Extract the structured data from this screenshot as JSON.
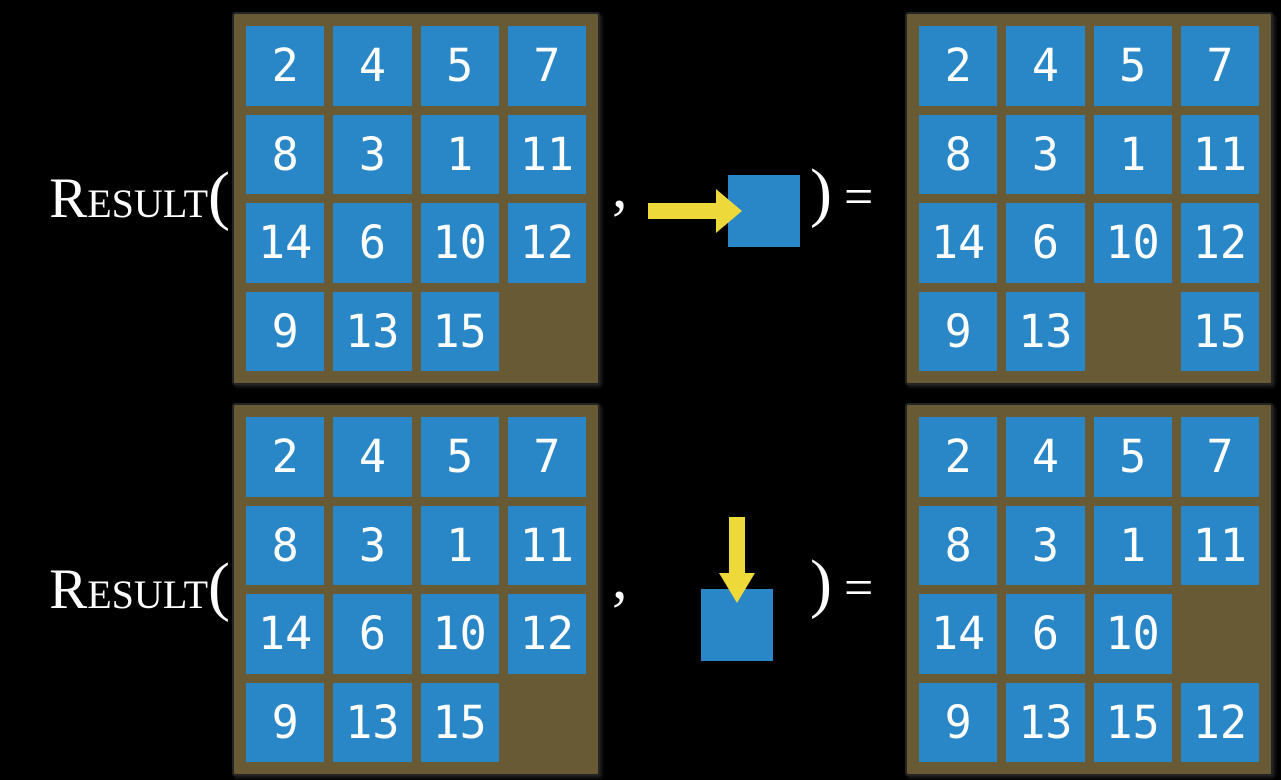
{
  "colors": {
    "background": "#000000",
    "board_background": "#685a35",
    "tile_blue": "#2987c7",
    "tile_text": "#ffffff",
    "arrow_yellow": "#eed93a",
    "equation_text": "#ffffff"
  },
  "equations": [
    {
      "function_name": "Result",
      "open_paren": "(",
      "comma": ",",
      "action": {
        "direction": "right",
        "icon": "right-arrow-icon",
        "meaning": "slide blank tile right"
      },
      "close_paren": ")",
      "equals": "=",
      "initial_board": [
        [
          "2",
          "4",
          "5",
          "7"
        ],
        [
          "8",
          "3",
          "1",
          "11"
        ],
        [
          "14",
          "6",
          "10",
          "12"
        ],
        [
          "9",
          "13",
          "15",
          ""
        ]
      ],
      "result_board": [
        [
          "2",
          "4",
          "5",
          "7"
        ],
        [
          "8",
          "3",
          "1",
          "11"
        ],
        [
          "14",
          "6",
          "10",
          "12"
        ],
        [
          "9",
          "13",
          "",
          "15"
        ]
      ]
    },
    {
      "function_name": "Result",
      "open_paren": "(",
      "comma": ",",
      "action": {
        "direction": "down",
        "icon": "down-arrow-icon",
        "meaning": "slide blank tile down"
      },
      "close_paren": ")",
      "equals": "=",
      "initial_board": [
        [
          "2",
          "4",
          "5",
          "7"
        ],
        [
          "8",
          "3",
          "1",
          "11"
        ],
        [
          "14",
          "6",
          "10",
          "12"
        ],
        [
          "9",
          "13",
          "15",
          ""
        ]
      ],
      "result_board": [
        [
          "2",
          "4",
          "5",
          "7"
        ],
        [
          "8",
          "3",
          "1",
          "11"
        ],
        [
          "14",
          "6",
          "10",
          ""
        ],
        [
          "9",
          "13",
          "15",
          "12"
        ]
      ]
    }
  ]
}
